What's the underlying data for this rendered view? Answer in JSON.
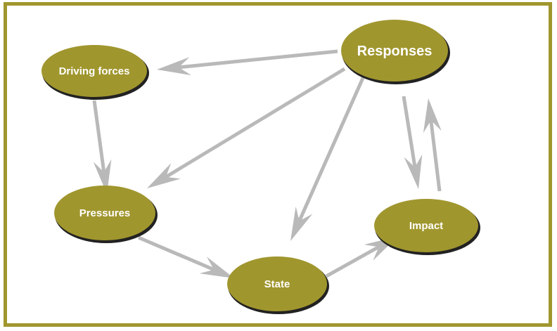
{
  "colors": {
    "frame": "#a0962e",
    "node_fill": "#a0962e",
    "node_shadow": "#222222",
    "arrow": "#b9b9b9",
    "label": "#ffffff"
  },
  "nodes": {
    "responses": {
      "label": "Responses"
    },
    "driving_forces": {
      "label": "Driving forces"
    },
    "pressures": {
      "label": "Pressures"
    },
    "state": {
      "label": "State"
    },
    "impact": {
      "label": "Impact"
    }
  },
  "edges": [
    {
      "from": "responses",
      "to": "driving_forces"
    },
    {
      "from": "responses",
      "to": "pressures"
    },
    {
      "from": "responses",
      "to": "state"
    },
    {
      "from": "responses",
      "to": "impact"
    },
    {
      "from": "impact",
      "to": "responses"
    },
    {
      "from": "driving_forces",
      "to": "pressures"
    },
    {
      "from": "pressures",
      "to": "state"
    },
    {
      "from": "state",
      "to": "impact"
    }
  ]
}
